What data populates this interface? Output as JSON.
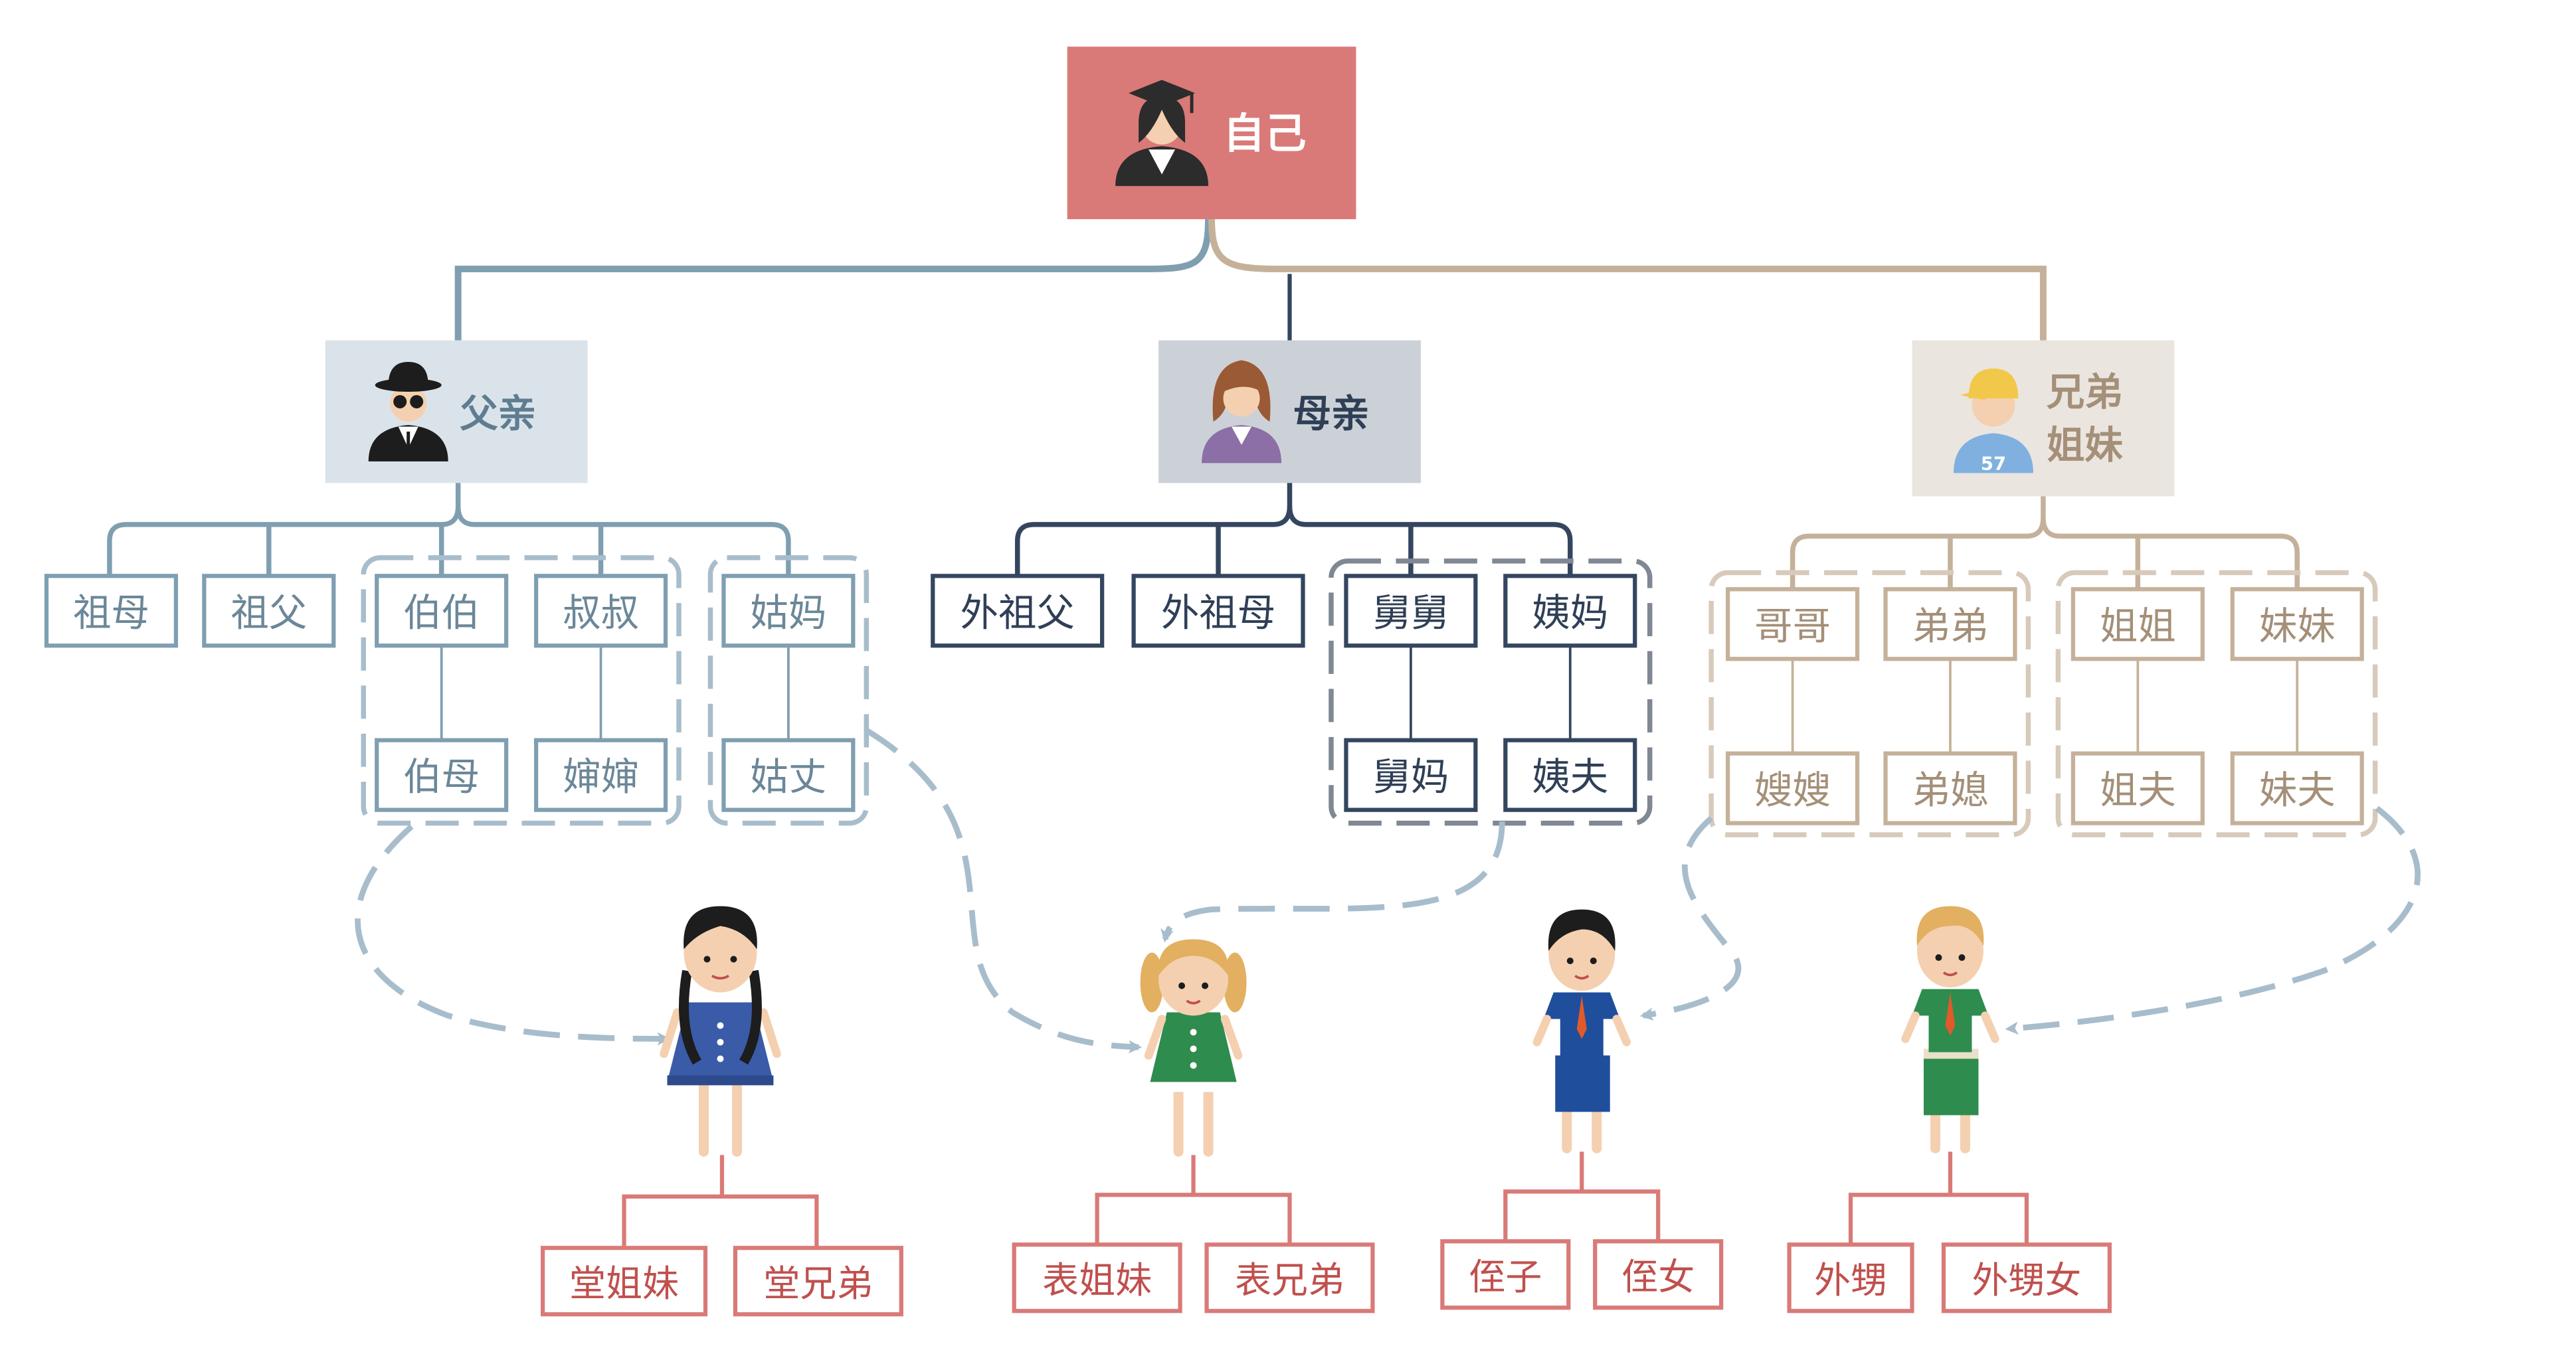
{
  "colors": {
    "root": "#d97a78",
    "father": "#7f9fb1",
    "father_box": "#dbe3ea",
    "mother": "#34465f",
    "mother_box": "#ccd1d7",
    "siblings": "#c5b19a",
    "siblings_box": "#ebe5df",
    "children": "#d97a78",
    "dash": "#a8bdcc"
  },
  "root": {
    "label": "自己",
    "icon": "graduate-icon"
  },
  "father": {
    "label": "父亲",
    "icon": "detective-icon",
    "relatives": {
      "grandmother": "祖母",
      "grandfather": "祖父",
      "uncle_elder": "伯伯",
      "uncle_elder_wife": "伯母",
      "uncle_younger": "叔叔",
      "uncle_younger_wife": "婶婶",
      "aunt": "姑妈",
      "aunt_husband": "姑丈"
    }
  },
  "mother": {
    "label": "母亲",
    "icon": "woman-icon",
    "relatives": {
      "grandfather": "外祖父",
      "grandmother": "外祖母",
      "uncle": "舅舅",
      "uncle_wife": "舅妈",
      "aunt": "姨妈",
      "aunt_husband": "姨夫"
    }
  },
  "siblings": {
    "label_line1": "兄弟",
    "label_line2": "姐妹",
    "icon": "athlete-icon",
    "jersey_number": "57",
    "relatives": {
      "elder_brother": "哥哥",
      "elder_brother_wife": "嫂嫂",
      "younger_brother": "弟弟",
      "younger_brother_wife": "弟媳",
      "elder_sister": "姐姐",
      "elder_sister_husband": "姐夫",
      "younger_sister": "妹妹",
      "younger_sister_husband": "妹夫"
    }
  },
  "children": {
    "paternal_cousins": {
      "icon": "girl-braids-icon",
      "labels": [
        "堂姐妹",
        "堂兄弟"
      ]
    },
    "cousins": {
      "icon": "girl-pigtails-icon",
      "labels": [
        "表姐妹",
        "表兄弟"
      ]
    },
    "brother_children": {
      "icon": "boy-blue-icon",
      "labels": [
        "侄子",
        "侄女"
      ]
    },
    "sister_children": {
      "icon": "boy-green-icon",
      "labels": [
        "外甥",
        "外甥女"
      ]
    }
  }
}
